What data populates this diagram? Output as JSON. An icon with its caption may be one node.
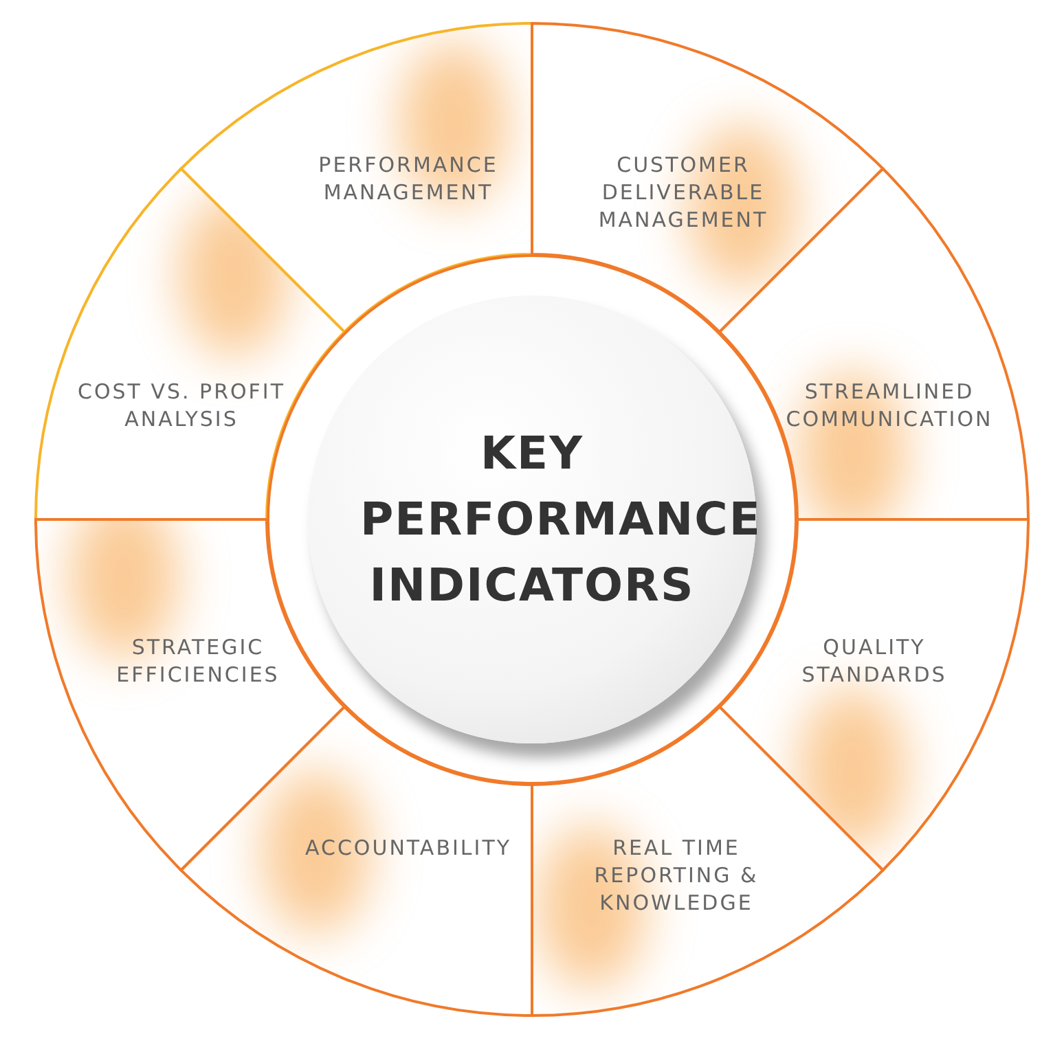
{
  "diagram": {
    "nodes": [
      {
        "text": [
          "KEY PERFORMANCE INDICATORS"
        ]
      },
      {
        "text": [
          "PERFORMANCE MANAGEMENT"
        ]
      },
      {
        "text": [
          "CUSTOMER DELIVERABLE MANAGEMENT"
        ]
      },
      {
        "text": [
          "COST VS. PROFIT ANALYSIS"
        ]
      },
      {
        "text": [
          "STREAMLINED COMMUNICATION"
        ]
      },
      {
        "text": [
          "STRATEGIC EFFICIENCIES"
        ]
      },
      {
        "text": [
          "QUALITY STANDARDS"
        ]
      },
      {
        "text": [
          "ACCOUNTABILITY"
        ]
      },
      {
        "text": [
          "REAL TIME REPORTING & KNOWLEDGE"
        ]
      }
    ]
  }
}
